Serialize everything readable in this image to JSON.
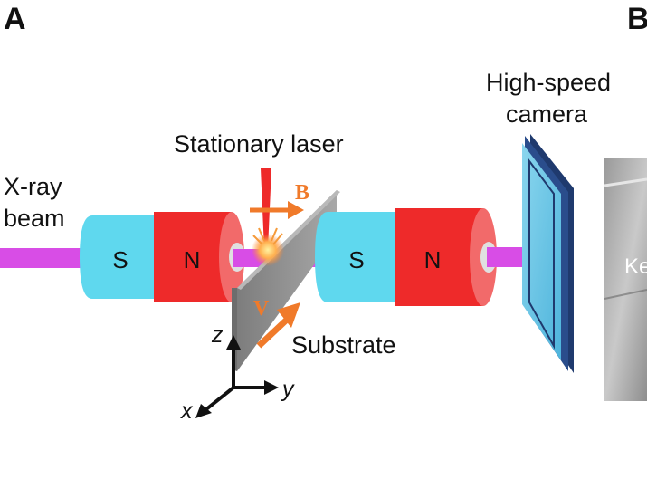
{
  "panels": {
    "left_letter": "A",
    "right_letter": "B"
  },
  "labels": {
    "xray_line1": "X-ray",
    "xray_line2": "beam",
    "laser": "Stationary laser",
    "camera_line1": "High-speed",
    "camera_line2": "camera",
    "substrate": "Substrate",
    "right_panel_partial": "Ke"
  },
  "magnets": {
    "left_magnet": {
      "south": "S",
      "north": "N"
    },
    "right_magnet": {
      "south": "S",
      "north": "N"
    }
  },
  "vectors": {
    "magnetic_field": "B",
    "velocity": "V"
  },
  "axes": {
    "x": "x",
    "y": "y",
    "z": "z"
  },
  "colors": {
    "beam": "#d84de6",
    "south_pole": "#5fd8ee",
    "north_pole": "#ee2a2a",
    "laser": "#ee2a2a",
    "vector_arrow": "#f07a2a",
    "substrate": "#8c8c8c",
    "camera_body": "#2a4d8c",
    "camera_screen": "#6fc8e6"
  }
}
